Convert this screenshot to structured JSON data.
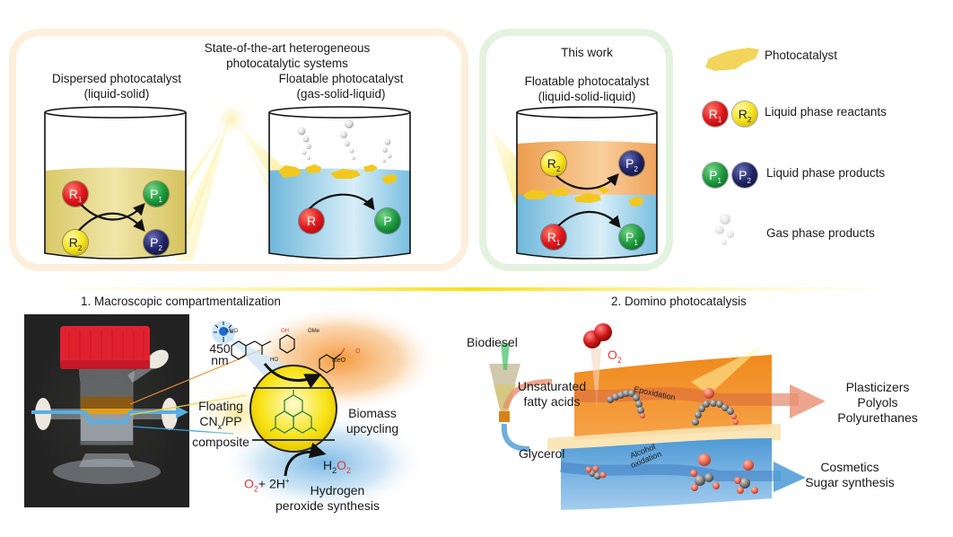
{
  "top_panel": {
    "group_title_line1": "State-of-the-art heterogeneous",
    "group_title_line2": "photocatalytic systems",
    "systems": [
      {
        "title": "Dispersed photocatalyst",
        "subtitle": "(liquid-solid)",
        "liquid": "yellow",
        "reactants": [
          "R1",
          "R2"
        ],
        "products": [
          "P1",
          "P2"
        ]
      },
      {
        "title": "Floatable photocatalyst",
        "subtitle": "(gas-solid-liquid)",
        "liquid": "blue",
        "reactants": [
          "R"
        ],
        "products": [
          "P"
        ]
      },
      {
        "header": "This work",
        "title": "Floatable photocatalyst",
        "subtitle": "(liquid-solid-liquid)",
        "liquid": "orange over blue",
        "reactants": [
          "R2",
          "R1"
        ],
        "products": [
          "P2",
          "P1"
        ]
      }
    ],
    "molecule_labels": {
      "R": "R",
      "P": "P",
      "sub1": "1",
      "sub2": "2"
    }
  },
  "legend": {
    "items": [
      {
        "icon": "photocatalyst-flake-icon",
        "label": "Photocatalyst"
      },
      {
        "icon": "reactant-spheres-icon",
        "label": "Liquid phase reactants"
      },
      {
        "icon": "product-spheres-icon",
        "label": "Liquid phase products"
      },
      {
        "icon": "gas-bubbles-icon",
        "label": "Gas phase products"
      }
    ]
  },
  "section1": {
    "title": "1. Macroscopic compartmentalization",
    "light_value": "450",
    "light_unit": "nm",
    "floating_line1": "Floating",
    "floating_line2_a": "CN",
    "floating_line2_sub": "x",
    "floating_line2_b": "/PP",
    "floating_line3": "composite",
    "biomass_line1": "Biomass",
    "biomass_line2": "upcycling",
    "reactant_o2": "O",
    "reactant_o2_sub": "2",
    "reactant_plus": "+ 2H",
    "reactant_plus_sup": "+",
    "product_h": "H",
    "product_h_sub": "2",
    "product_o": "O",
    "product_o_sub": "2",
    "h2o2_line1": "Hydrogen",
    "h2o2_line2": "peroxide synthesis",
    "chem_labels": {
      "meo": "MeO",
      "oh": "OH",
      "ome": "OMe",
      "ho": "HO",
      "o": "O",
      "n": "N"
    }
  },
  "section2": {
    "title": "2. Domino photocatalysis",
    "biodiesel": "Biodiesel",
    "o2": "O",
    "o2_sub": "2",
    "fatty_line1": "Unsaturated",
    "fatty_line2": "fatty acids",
    "glycerol": "Glycerol",
    "epoxidation": "Epoxidation",
    "alcohol_line1": "Alcohol",
    "alcohol_line2": "oxidation",
    "products_top": [
      "Plasticizers",
      "Polyols",
      "Polyurethanes"
    ],
    "products_bottom": [
      "Cosmetics",
      "Sugar synthesis"
    ]
  },
  "colors": {
    "reactant_red": "#e0161b",
    "reactant_yellow": "#f4e21a",
    "product_green": "#1c9a3c",
    "product_navy": "#1f2466",
    "photocatalyst": "#f2c81e",
    "liquid_yellow": "#e9dc8a",
    "liquid_blue": "#8fcbe6",
    "liquid_orange": "#f3b06a",
    "frame_orange": "#fdefdc",
    "frame_green": "#e3f3df",
    "divider": "#f5e012"
  }
}
